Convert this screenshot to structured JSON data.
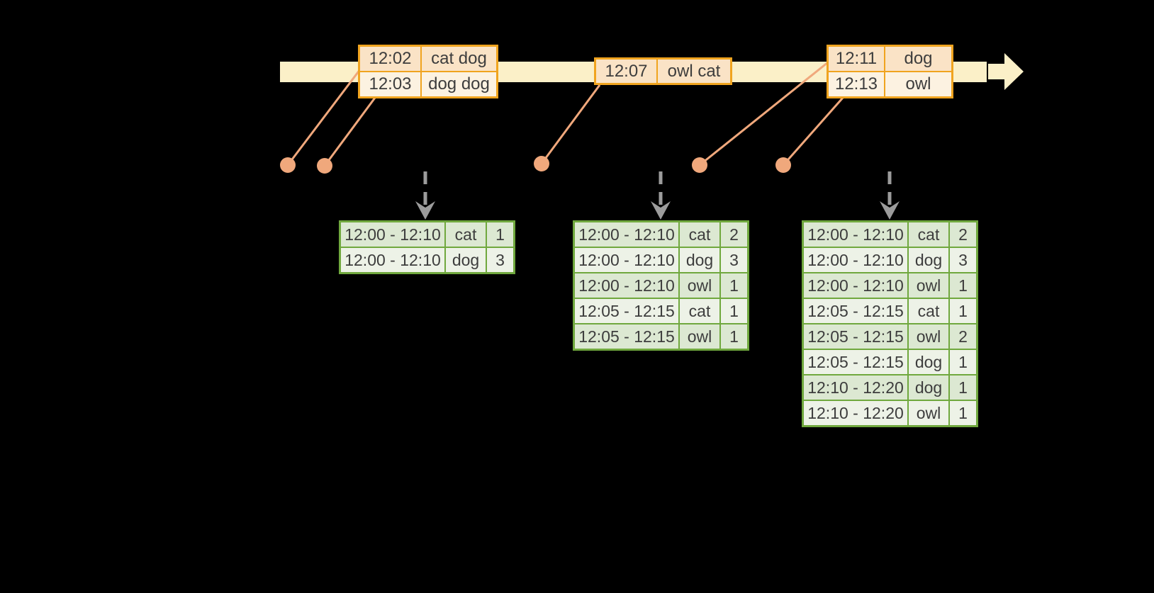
{
  "colors": {
    "background": "#000000",
    "band": "#FBF0C8",
    "gold": "#F0A41F",
    "peach": "#FAE3C6",
    "cream": "#FCF2E1",
    "salmon": "#F0A87C",
    "green": "#70A83E",
    "green_dark_row": "#DCE8D2",
    "green_light_row": "#EDF2E7",
    "gray": "#9C9C9C",
    "text": "#3D3D3D"
  },
  "timeline": {
    "event_tables": [
      {
        "rows": [
          [
            "12:02",
            "cat dog"
          ],
          [
            "12:03",
            "dog dog"
          ]
        ]
      },
      {
        "rows": [
          [
            "12:07",
            "owl cat"
          ]
        ]
      },
      {
        "rows": [
          [
            "12:11",
            "dog"
          ],
          [
            "12:13",
            "owl"
          ]
        ]
      }
    ]
  },
  "result_tables": [
    {
      "rows": [
        [
          "12:00 - 12:10",
          "cat",
          "1"
        ],
        [
          "12:00 - 12:10",
          "dog",
          "3"
        ]
      ]
    },
    {
      "rows": [
        [
          "12:00 - 12:10",
          "cat",
          "2"
        ],
        [
          "12:00 - 12:10",
          "dog",
          "3"
        ],
        [
          "12:00 - 12:10",
          "owl",
          "1"
        ],
        [
          "12:05 - 12:15",
          "cat",
          "1"
        ],
        [
          "12:05 - 12:15",
          "owl",
          "1"
        ]
      ]
    },
    {
      "rows": [
        [
          "12:00 - 12:10",
          "cat",
          "2"
        ],
        [
          "12:00 - 12:10",
          "dog",
          "3"
        ],
        [
          "12:00 - 12:10",
          "owl",
          "1"
        ],
        [
          "12:05 - 12:15",
          "cat",
          "1"
        ],
        [
          "12:05 - 12:15",
          "owl",
          "2"
        ],
        [
          "12:05 - 12:15",
          "dog",
          "1"
        ],
        [
          "12:10 - 12:20",
          "dog",
          "1"
        ],
        [
          "12:10 - 12:20",
          "owl",
          "1"
        ]
      ]
    }
  ]
}
